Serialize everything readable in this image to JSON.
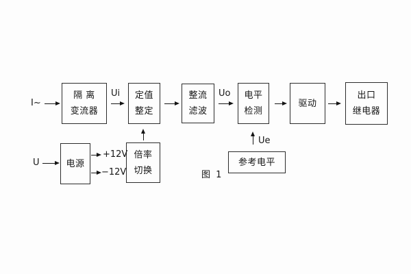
{
  "figure": {
    "caption": "图 1"
  },
  "blocks": {
    "isolation_transformer": {
      "line1": "隔 离",
      "line2": "变流器"
    },
    "setting_adjust": {
      "line1": "定值",
      "line2": "整定"
    },
    "rectifier_filter": {
      "line1": "整流",
      "line2": "滤波"
    },
    "level_detect": {
      "line1": "电平",
      "line2": "检测"
    },
    "drive": {
      "line1": "驱动"
    },
    "output_relay": {
      "line1": "出口",
      "line2": "继电器"
    },
    "power_supply": {
      "line1": "电源"
    },
    "ratio_switch": {
      "line1": "倍率",
      "line2": "切换"
    },
    "reference_level": {
      "line1": "参考电平"
    }
  },
  "signals": {
    "input_current": "I~",
    "input_voltage": "U",
    "ui": "Ui",
    "uo": "Uo",
    "ue": "Ue",
    "plus_12v": "+12V",
    "minus_12v": "−12V"
  },
  "colors": {
    "line": "#151515",
    "background": "#fdfdfd"
  }
}
